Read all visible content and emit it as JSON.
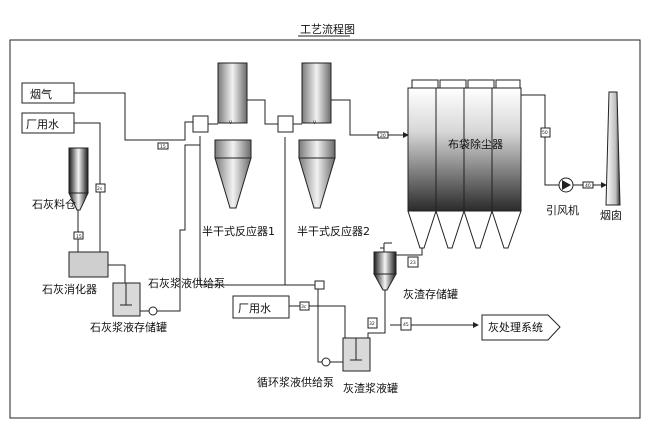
{
  "title": "工艺流程图",
  "inputs": {
    "flue_gas": "烟气",
    "water_top": "厂用水",
    "water_mid": "厂用水"
  },
  "labels": {
    "lime_silo": "石灰料仓",
    "lime_slaker": "石灰消化器",
    "lime_pump": "石灰浆液供给泵",
    "lime_tank": "石灰浆液存储罐",
    "reactor1": "半干式反应器1",
    "reactor2": "半干式反应器2",
    "baghouse": "布袋除尘器",
    "fan": "引风机",
    "chimney": "烟囱",
    "ash_tank": "灰渣存储罐",
    "ash_treatment": "灰处理系统",
    "circ_pump": "循环浆液供给泵",
    "ash_slurry_tank": "灰渣浆液罐"
  },
  "tags": {
    "t15": "15",
    "t2a": "2s",
    "t15b": "15",
    "t20": "20",
    "t50": "50",
    "t40": "40",
    "t23": "23",
    "t3c": "3c",
    "t32": "32",
    "t45": "45",
    "tv": "V"
  }
}
